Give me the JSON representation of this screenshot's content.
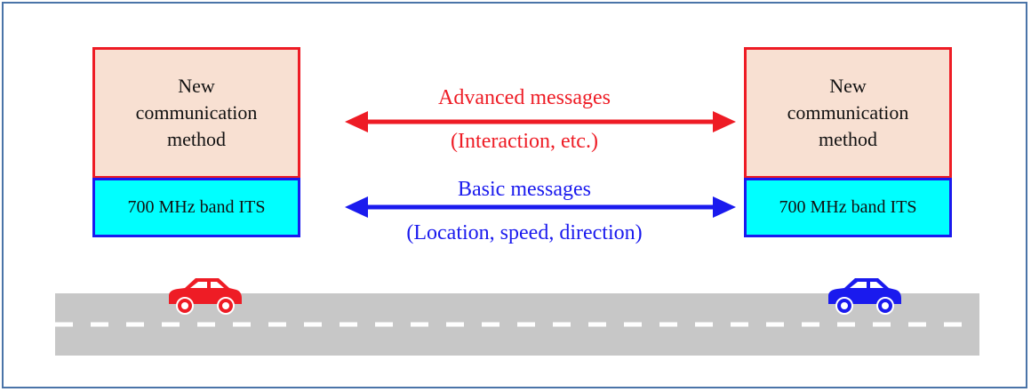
{
  "left_node": {
    "upper_label": "New communication method",
    "lower_label": "700 MHz band ITS"
  },
  "right_node": {
    "upper_label": "New communication method",
    "lower_label": "700 MHz band ITS"
  },
  "advanced_link": {
    "title": "Advanced messages",
    "subtitle": "(Interaction, etc.)"
  },
  "basic_link": {
    "title": "Basic messages",
    "subtitle": "(Location, speed, direction)"
  },
  "colors": {
    "frame": "#4a74a8",
    "advanced": "#ee1c25",
    "basic": "#1a1aee",
    "new_method_fill": "#f8e0d2",
    "its_fill": "#00ffff",
    "road": "#c7c7c7",
    "lane_marking": "#ffffff"
  },
  "vehicles": [
    {
      "icon": "red-car-icon",
      "color": "#ee1c25"
    },
    {
      "icon": "blue-car-icon",
      "color": "#1a1aee"
    }
  ]
}
